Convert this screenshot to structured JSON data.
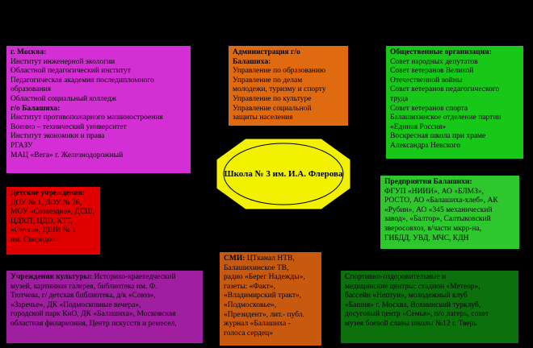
{
  "center": {
    "label": "Школа № 3 им. И.А. Флерова"
  },
  "boxes": {
    "moscow": {
      "color": "#d42fd4",
      "lines": [
        "г. Москва:",
        "Институт инженерной экологии",
        "Областной педагогический институт",
        "Педагогическая академия последипломного",
        "образования",
        "Областной социальный колледж",
        "г/о Балашиха:",
        "Институт противопожарного машиностроения",
        "Военно – технический университет",
        "Институт экономики и права",
        "РГАЗУ",
        "МАЦ «Вега» г. Железнодорожный"
      ]
    },
    "admin": {
      "color": "#e06a10",
      "lines": [
        "Администрация г/о",
        "Балашиха:",
        "Управление по образованию",
        "Управление по делам",
        "молодежи, туризму и спорту",
        "Управление по культуре",
        "Управление социальной",
        "защиты населения"
      ]
    },
    "public": {
      "color": "#18c818",
      "lines": [
        "Общественные организации:",
        "Совет народных депутатов",
        "Совет ветеранов Великой",
        "Отечественной войны",
        "Совет ветеранов педагогического",
        "труда",
        "Совет ветеранов спорта",
        "Балашихинское отделение партии",
        "«Единая Россия»",
        "Воскресная школа при храме",
        "Александра Невского"
      ]
    },
    "kids": {
      "color": "#e00000",
      "lines": [
        "Детские учреждения:",
        "ДОУ № 1, ДОУ № 26,",
        "МОУ «Созвездие», ДСШ,",
        "ЦДЮТ, ЦДО, КТТ,",
        "«Омега», ДШИ № 1",
        "им. Свиридова"
      ]
    },
    "enterprises": {
      "color": "#2ec82e",
      "lines": [
        "Предприятия Балашихи:",
        "ФГУП «НИИИ», АО «БЛМЗ»,",
        "РОСТО, АО «Балашиха-хлеб», АК",
        "«Рубин», АО «345 механический",
        "завод», «Балтор», Салтыковский",
        "зверосовхоз, в/части мкрр-на,",
        "ГИБДД, УВД, МЧС, КДН"
      ]
    },
    "culture": {
      "color": "#a01ea0",
      "lines": [
        "Учреждения культуры: Историко-краеведческий",
        "музей, картинная галерея, библиотека им. Ф.",
        "Тютчева, г/ детская библиотека, д/к «Союз»,",
        "«Заречье», ДК «Подмосковные вечера»,",
        "городской парк КиО, ДК «Балашиха», Московская",
        "областная филармония, Центр искусств и ремесел,"
      ]
    },
    "media": {
      "color": "#c85a10",
      "lines": [
        "СМИ: ЦТканал НТВ,",
        "Балашихинское ТВ,",
        "радио «Берег Надежды»,",
        "газеты: «Факт»,",
        "«Владимирский тракт»,",
        "«Подмосковье»,",
        "«Президент», лит.- публ.",
        "журнал «Балашиха -",
        "голоса сердец»"
      ]
    },
    "sports": {
      "color": "#0c700c",
      "lines": [
        "Спортивно-оздоровительные и",
        "медицинские центры: стадион «Метеор»,",
        "бассейн «Нептун», молодежный клуб",
        "«Башня» г. Москва, Вохнинский турклуб,",
        "досуговый центр «Семья», п/о лагерь, совет",
        "музея боевой славы школы №12 г. Тверь"
      ]
    }
  }
}
